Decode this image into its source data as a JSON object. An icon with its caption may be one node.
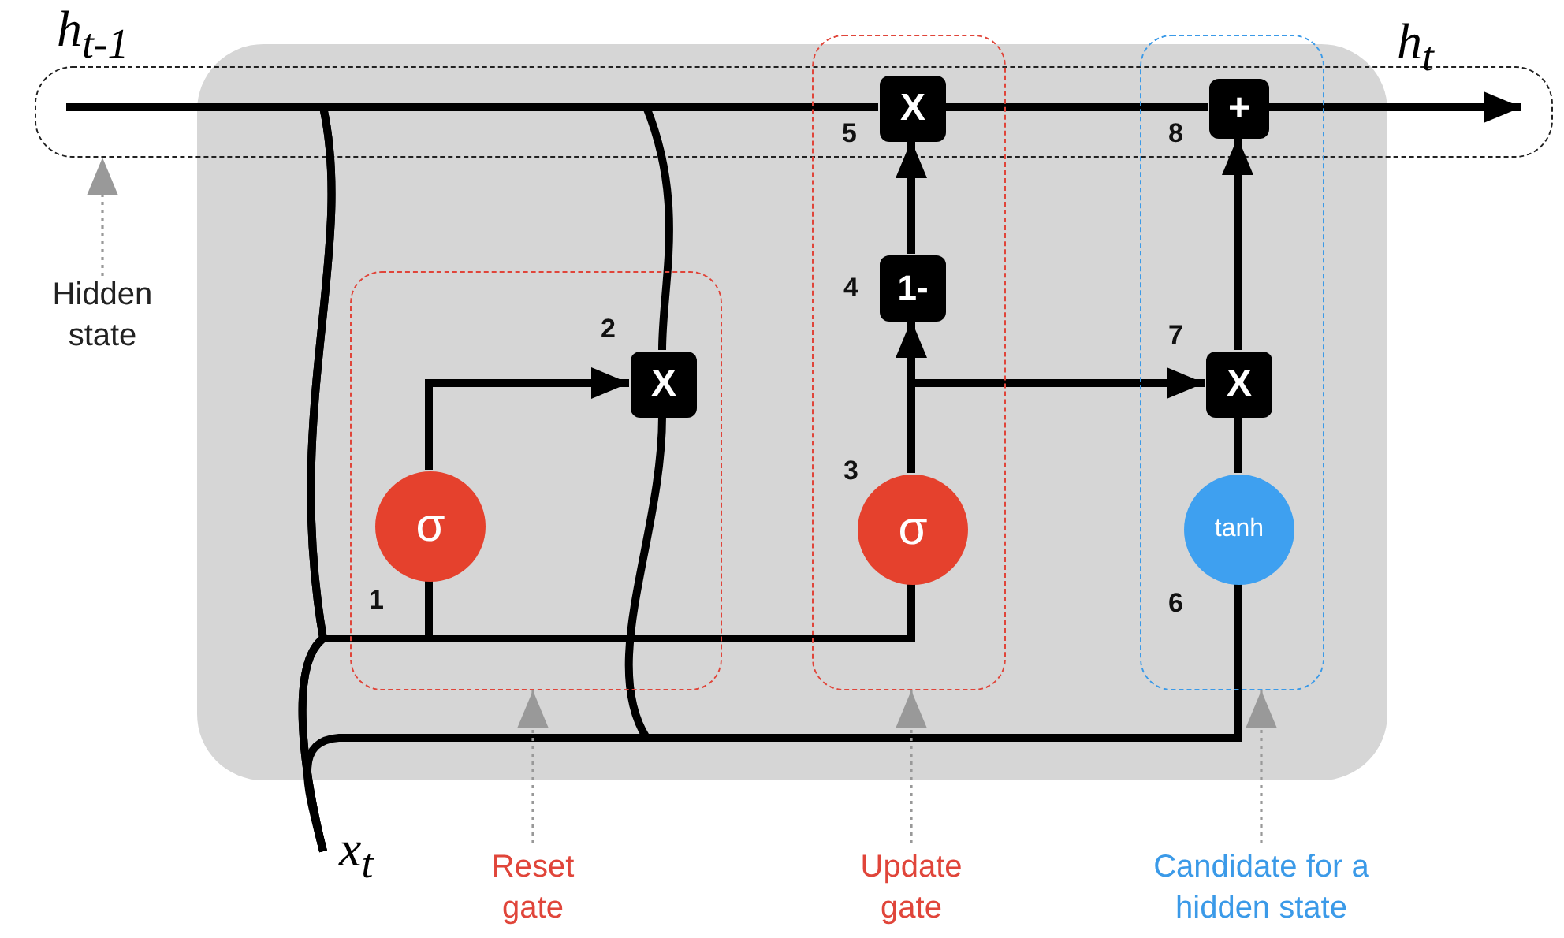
{
  "diagram": {
    "nodes": [
      {
        "text": [
          "h$_{t-1}$"
        ]
      },
      {
        "text": [
          "h$_{t}$"
        ]
      },
      {
        "text": [
          "Hidden state"
        ]
      },
      {
        "text": [],
        "shape": "box"
      },
      {
        "text": [
          "σ"
        ],
        "beside": [
          "1"
        ],
        "in": 3
      },
      {
        "text": [
          "X"
        ],
        "beside": [
          "2"
        ],
        "in": 3
      },
      {
        "text": [],
        "shape": "box"
      },
      {
        "text": [
          "σ"
        ],
        "beside": [
          "3"
        ],
        "in": 6
      },
      {
        "text": [
          "1-"
        ],
        "beside": [
          "4"
        ],
        "in": 6
      },
      {
        "text": [
          "X"
        ],
        "beside": [
          "5"
        ],
        "in": 6
      },
      {
        "text": [],
        "shape": "box"
      },
      {
        "text": [
          "tanh"
        ],
        "beside": [
          "6"
        ],
        "in": 10
      },
      {
        "text": [
          "X"
        ],
        "beside": [
          "7"
        ],
        "in": 10
      },
      {
        "text": [
          "+"
        ],
        "beside": [
          "8"
        ],
        "in": 10
      },
      {
        "text": [
          "x$_{t}$"
        ]
      },
      {
        "text": [
          "Reset gate"
        ]
      },
      {
        "text": [
          "Update gate"
        ]
      },
      {
        "text": [
          "Candidate for a hidden state"
        ]
      }
    ],
    "edges": [
      {
        "from": 0,
        "to": 9,
        "arrow": "none"
      },
      {
        "from": 9,
        "to": 13,
        "arrow": "none"
      },
      {
        "from": 13,
        "to": 1,
        "arrow": "to"
      },
      {
        "from": 0,
        "to": 4,
        "arrow": "none"
      },
      {
        "from": 0,
        "to": 7,
        "arrow": "none"
      },
      {
        "from": 0,
        "to": 5,
        "arrow": "none"
      },
      {
        "from": 5,
        "to": 11,
        "arrow": "none"
      },
      {
        "from": 14,
        "to": 4,
        "arrow": "none"
      },
      {
        "from": 14,
        "to": 7,
        "arrow": "none"
      },
      {
        "from": 14,
        "to": 11,
        "arrow": "none"
      },
      {
        "from": 4,
        "to": 5,
        "arrow": "to"
      },
      {
        "from": 7,
        "to": 8,
        "arrow": "to"
      },
      {
        "from": 7,
        "to": 12,
        "arrow": "to"
      },
      {
        "from": 8,
        "to": 9,
        "arrow": "to"
      },
      {
        "from": 11,
        "to": 12,
        "arrow": "none"
      },
      {
        "from": 12,
        "to": 13,
        "arrow": "to"
      },
      {
        "from": 2,
        "to": null,
        "arrow": "to",
        "style": "dashed",
        "color": "#999999"
      },
      {
        "from": 15,
        "to": 3,
        "arrow": "to",
        "style": "dashed",
        "color": "#999999"
      },
      {
        "from": 16,
        "to": 6,
        "arrow": "to",
        "style": "dashed",
        "color": "#999999"
      },
      {
        "from": 17,
        "to": 10,
        "arrow": "to",
        "style": "dashed",
        "color": "#999999"
      }
    ]
  }
}
